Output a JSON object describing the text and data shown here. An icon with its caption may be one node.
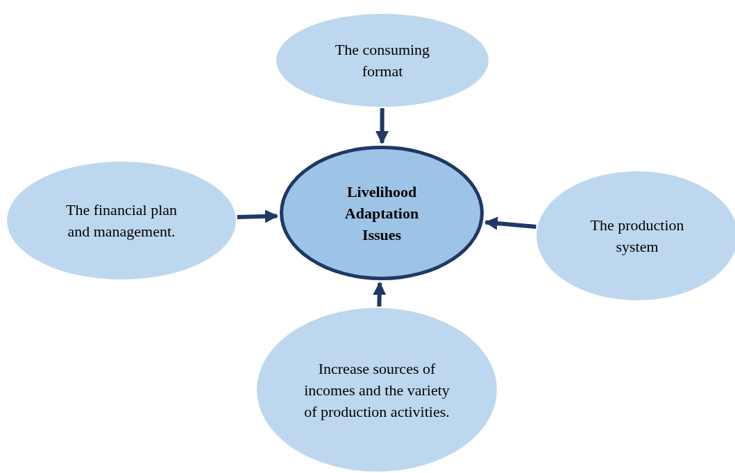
{
  "diagram": {
    "nodes": [
      {
        "text": [
          "The consuming format"
        ]
      },
      {
        "text": [
          "The financial plan and management."
        ]
      },
      {
        "text": [
          "Livelihood Adaptation Issues"
        ]
      },
      {
        "text": [
          "The production system"
        ]
      },
      {
        "text": [
          "Increase sources of incomes and the variety of production activities."
        ]
      }
    ],
    "edges": [
      {
        "from": 0,
        "to": 2,
        "arrow": "to"
      },
      {
        "from": 1,
        "to": 2,
        "arrow": "to"
      },
      {
        "from": 3,
        "to": 2,
        "arrow": "to"
      },
      {
        "from": 4,
        "to": 2,
        "arrow": "to"
      }
    ]
  }
}
